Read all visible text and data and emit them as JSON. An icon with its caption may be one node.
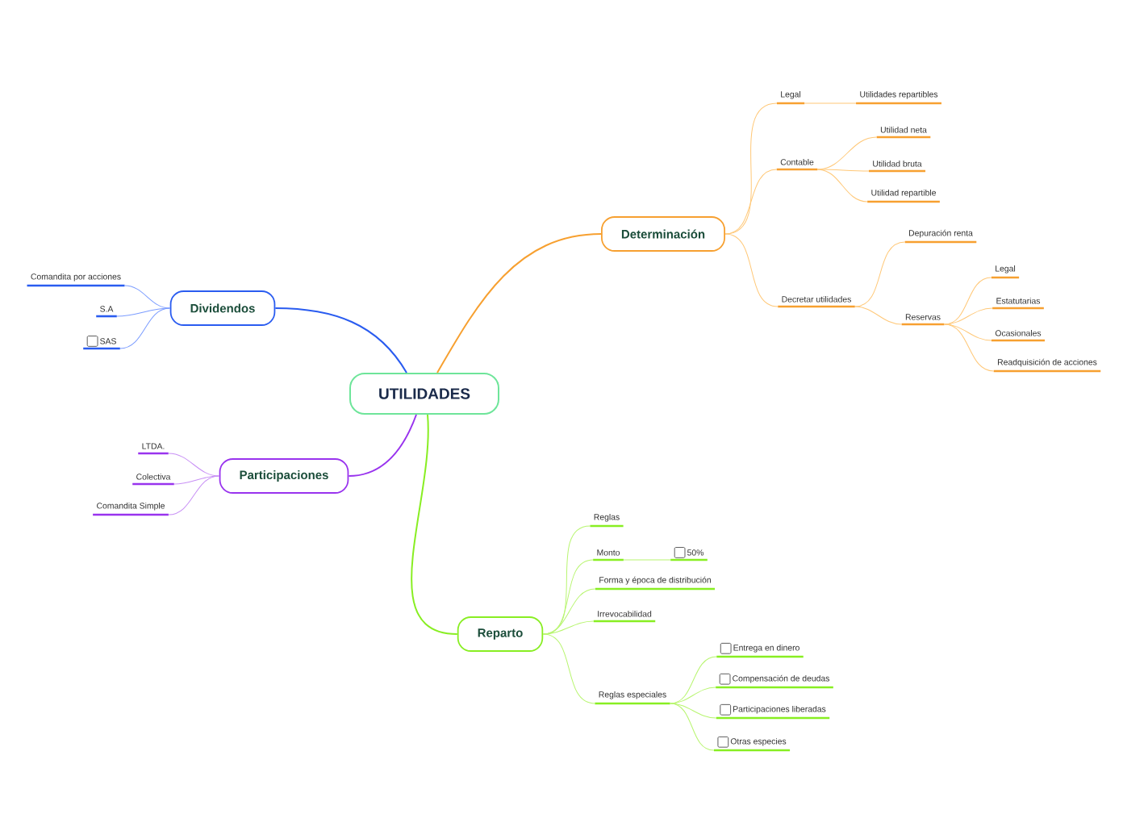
{
  "diagram": {
    "nodes": [
      {
        "text": [
          "UTILIDADES"
        ]
      },
      {
        "text": [
          "Determinación"
        ]
      },
      {
        "text": [
          "Legal"
        ]
      },
      {
        "text": [
          "Utilidades repartibles"
        ]
      },
      {
        "text": [
          "Contable"
        ]
      },
      {
        "text": [
          "Utilidad neta"
        ]
      },
      {
        "text": [
          "Utilidad bruta"
        ]
      },
      {
        "text": [
          "Utilidad repartible"
        ]
      },
      {
        "text": [
          "Decretar utilidades"
        ]
      },
      {
        "text": [
          "Depuración renta"
        ]
      },
      {
        "text": [
          "Reservas"
        ]
      },
      {
        "text": [
          "Legal"
        ]
      },
      {
        "text": [
          "Estatutarias"
        ]
      },
      {
        "text": [
          "Ocasionales"
        ]
      },
      {
        "text": [
          "Readquisición de acciones"
        ]
      },
      {
        "text": [
          "Dividendos"
        ]
      },
      {
        "text": [
          "Comandita por acciones"
        ]
      },
      {
        "text": [
          "S.A"
        ]
      },
      {
        "text": [
          "SAS"
        ]
      },
      {
        "text": [
          "Participaciones"
        ]
      },
      {
        "text": [
          "LTDA."
        ]
      },
      {
        "text": [
          "Colectiva"
        ]
      },
      {
        "text": [
          "Comandita Simple"
        ]
      },
      {
        "text": [
          "Reparto"
        ]
      },
      {
        "text": [
          "Reglas"
        ]
      },
      {
        "text": [
          "Monto"
        ]
      },
      {
        "text": [
          "50%"
        ]
      },
      {
        "text": [
          "Forma y época de distribución"
        ]
      },
      {
        "text": [
          "Irrevocabilidad"
        ]
      },
      {
        "text": [
          "Reglas especiales"
        ]
      },
      {
        "text": [
          "Entrega en dinero"
        ]
      },
      {
        "text": [
          "Compensación de deudas"
        ]
      },
      {
        "text": [
          "Participaciones liberadas"
        ]
      },
      {
        "text": [
          "Otras especies"
        ]
      }
    ],
    "edges": [
      {
        "from": 0,
        "to": 1,
        "arrow": "none",
        "color": "#f7a030"
      },
      {
        "from": 1,
        "to": 2,
        "arrow": "none",
        "color": "#ffc878"
      },
      {
        "from": 2,
        "to": 3,
        "arrow": "none",
        "color": "#ffc878"
      },
      {
        "from": 1,
        "to": 4,
        "arrow": "none",
        "color": "#ffc878"
      },
      {
        "from": 4,
        "to": 5,
        "arrow": "none",
        "color": "#ffc878"
      },
      {
        "from": 4,
        "to": 6,
        "arrow": "none",
        "color": "#ffc878"
      },
      {
        "from": 4,
        "to": 7,
        "arrow": "none",
        "color": "#ffc878"
      },
      {
        "from": 1,
        "to": 8,
        "arrow": "none",
        "color": "#ffc878"
      },
      {
        "from": 8,
        "to": 9,
        "arrow": "none",
        "color": "#ffc878"
      },
      {
        "from": 8,
        "to": 10,
        "arrow": "none",
        "color": "#ffc878"
      },
      {
        "from": 10,
        "to": 11,
        "arrow": "none",
        "color": "#ffc878"
      },
      {
        "from": 10,
        "to": 12,
        "arrow": "none",
        "color": "#ffc878"
      },
      {
        "from": 10,
        "to": 13,
        "arrow": "none",
        "color": "#ffc878"
      },
      {
        "from": 10,
        "to": 14,
        "arrow": "none",
        "color": "#ffc878"
      },
      {
        "from": 0,
        "to": 15,
        "arrow": "none",
        "color": "#2a5cf0"
      },
      {
        "from": 15,
        "to": 16,
        "arrow": "none",
        "color": "#7c9dff"
      },
      {
        "from": 15,
        "to": 17,
        "arrow": "none",
        "color": "#7c9dff"
      },
      {
        "from": 15,
        "to": 18,
        "arrow": "none",
        "color": "#7c9dff"
      },
      {
        "from": 0,
        "to": 19,
        "arrow": "none",
        "color": "#9933ee"
      },
      {
        "from": 19,
        "to": 20,
        "arrow": "none",
        "color": "#c890f5"
      },
      {
        "from": 19,
        "to": 21,
        "arrow": "none",
        "color": "#c890f5"
      },
      {
        "from": 19,
        "to": 22,
        "arrow": "none",
        "color": "#c890f5"
      },
      {
        "from": 0,
        "to": 23,
        "arrow": "none",
        "color": "#88ee22"
      },
      {
        "from": 23,
        "to": 24,
        "arrow": "none",
        "color": "#b8f570"
      },
      {
        "from": 23,
        "to": 25,
        "arrow": "none",
        "color": "#b8f570"
      },
      {
        "from": 25,
        "to": 26,
        "arrow": "none",
        "color": "#b8f570"
      },
      {
        "from": 23,
        "to": 27,
        "arrow": "none",
        "color": "#b8f570"
      },
      {
        "from": 23,
        "to": 28,
        "arrow": "none",
        "color": "#b8f570"
      },
      {
        "from": 23,
        "to": 29,
        "arrow": "none",
        "color": "#b8f570"
      },
      {
        "from": 29,
        "to": 30,
        "arrow": "none",
        "color": "#b8f570"
      },
      {
        "from": 29,
        "to": 31,
        "arrow": "none",
        "color": "#b8f570"
      },
      {
        "from": 29,
        "to": 32,
        "arrow": "none",
        "color": "#b8f570"
      },
      {
        "from": 29,
        "to": 33,
        "arrow": "none",
        "color": "#b8f570"
      }
    ]
  }
}
